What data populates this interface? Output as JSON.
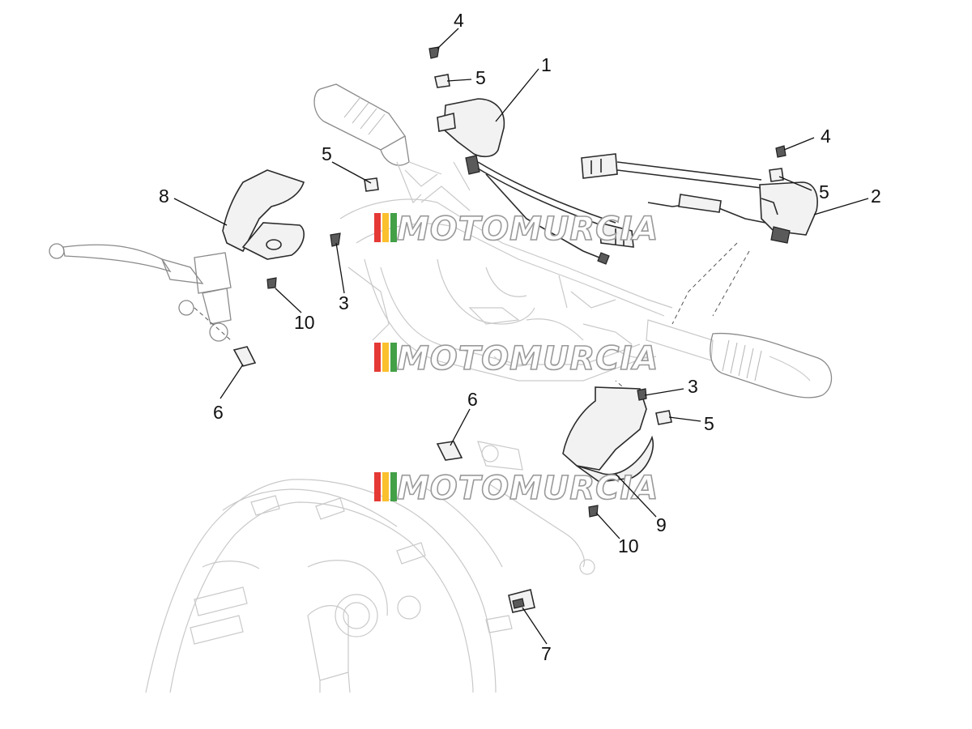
{
  "watermark": {
    "text": "MOTOMURCIA",
    "colors": [
      "#e53935",
      "#fbc02d",
      "#43a047",
      "#bdbdbd"
    ]
  },
  "callouts": [
    {
      "id": "c1",
      "label": "1",
      "part": "left-switch-assembly"
    },
    {
      "id": "c2",
      "label": "2",
      "part": "right-switch-assembly"
    },
    {
      "id": "c3a",
      "label": "3",
      "part": "screw"
    },
    {
      "id": "c3b",
      "label": "3",
      "part": "screw"
    },
    {
      "id": "c4a",
      "label": "4",
      "part": "screw"
    },
    {
      "id": "c4b",
      "label": "4",
      "part": "screw"
    },
    {
      "id": "c5a",
      "label": "5",
      "part": "clip-nut"
    },
    {
      "id": "c5b",
      "label": "5",
      "part": "clip-nut"
    },
    {
      "id": "c5c",
      "label": "5",
      "part": "clip-nut"
    },
    {
      "id": "c5d",
      "label": "5",
      "part": "clip-nut"
    },
    {
      "id": "c6a",
      "label": "6",
      "part": "brake-light-switch"
    },
    {
      "id": "c6b",
      "label": "6",
      "part": "brake-light-switch"
    },
    {
      "id": "c7",
      "label": "7",
      "part": "connector"
    },
    {
      "id": "c8",
      "label": "8",
      "part": "left-switch-cover"
    },
    {
      "id": "c9",
      "label": "9",
      "part": "right-switch-cover"
    },
    {
      "id": "c10a",
      "label": "10",
      "part": "screw"
    },
    {
      "id": "c10b",
      "label": "10",
      "part": "screw"
    }
  ]
}
